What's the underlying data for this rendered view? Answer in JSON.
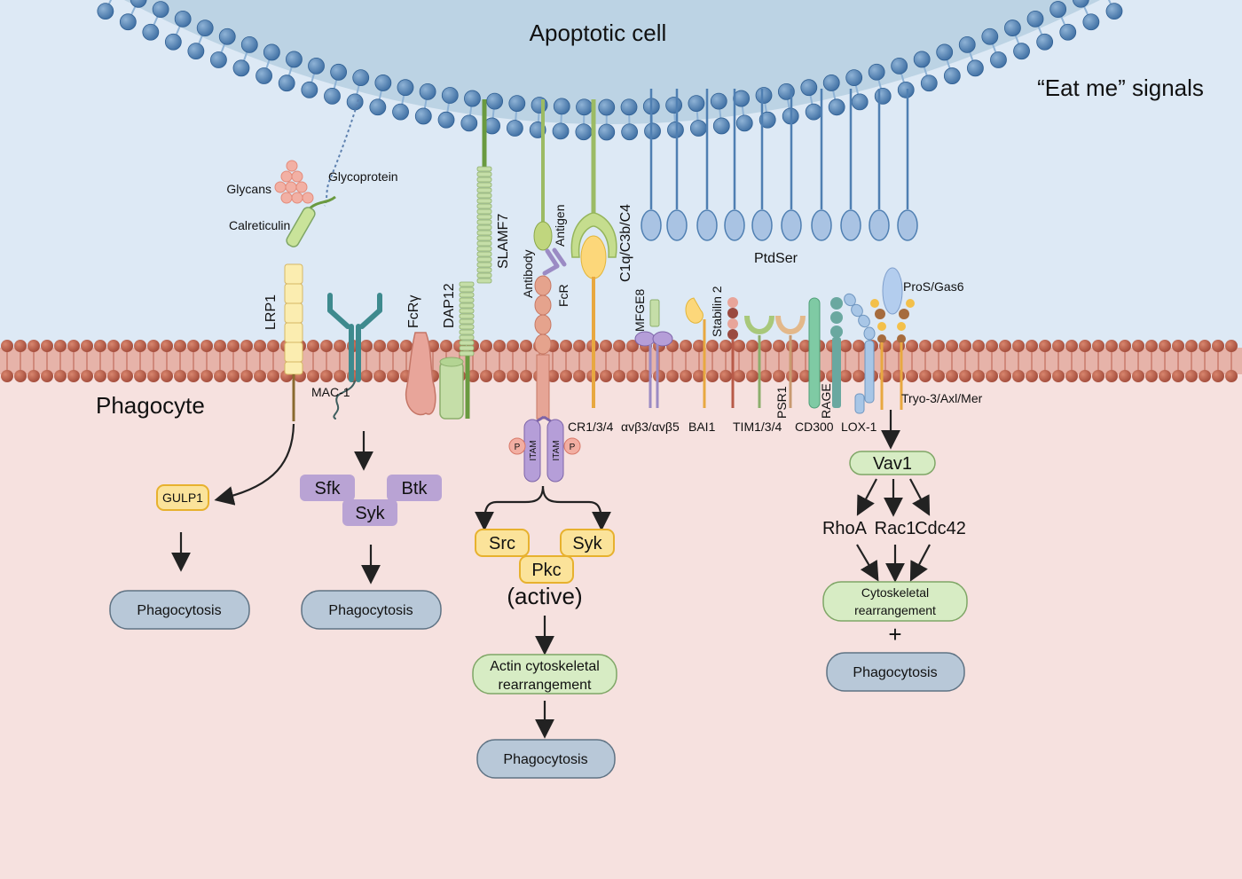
{
  "labels": {
    "apoptotic_cell": "Apoptotic cell",
    "eat_me": "“Eat me” signals",
    "phagocyte": "Phagocyte",
    "glycans": "Glycans",
    "glycoprotein": "Glycoprotein",
    "calreticulin": "Calreticulin",
    "lrp1": "LRP1",
    "mac1": "MAC-1",
    "fcry": "FcRγ",
    "dap12": "DAP12",
    "slamf7": "SLAMF7",
    "antibody": "Antibody",
    "antigen": "Antigen",
    "fcr": "FcR",
    "c1q": "C1q/C3b/C4",
    "cr134": "CR1/3/4",
    "mfge8": "MFGE8",
    "avb": "αvβ3/αvβ5",
    "stabilin2": "Stabilin 2",
    "bai1": "BAI1",
    "ptdser": "PtdSer",
    "tim": "TIM1/3/4",
    "psr1": "PSR1",
    "cd300": "CD300",
    "rage": "RAGE",
    "lox1": "LOX-1",
    "pros": "ProS/Gas6",
    "tyro": "Tryo-3/Axl/Mer",
    "itam": "ITAM",
    "p": "P"
  },
  "nodes": {
    "gulp1": "GULP1",
    "sfk": "Sfk",
    "btk": "Btk",
    "syk1": "Syk",
    "src": "Src",
    "syk2": "Syk",
    "pkc": "Pkc",
    "active": "(active)",
    "actin": [
      "Actin cytoskeletal",
      "rearrangement"
    ],
    "vav1": "Vav1",
    "rhoa": "RhoA",
    "rac1": "Rac1",
    "cdc42": "Cdc42",
    "cyto": [
      "Cytoskeletal",
      "rearrangement"
    ],
    "plus": "+",
    "phago1": "Phagocytosis",
    "phago2": "Phagocytosis",
    "phago3": "Phagocytosis",
    "phago4": "Phagocytosis"
  },
  "colors": {
    "upper_bg": "#dde9f5",
    "lower_bg": "#f6e1df",
    "cell_fill": "#bcd3e4",
    "blue_bead": "#4f7fb2",
    "red_bead": "#b85a48",
    "yellow_node": "#fbe39a",
    "yellow_border": "#e7b12e",
    "purple_node": "#b9a3d4",
    "green_node": "#d7ecc4",
    "green_border": "#7fa666",
    "grey_node": "#b8c8d8",
    "grey_border": "#5f7384"
  }
}
